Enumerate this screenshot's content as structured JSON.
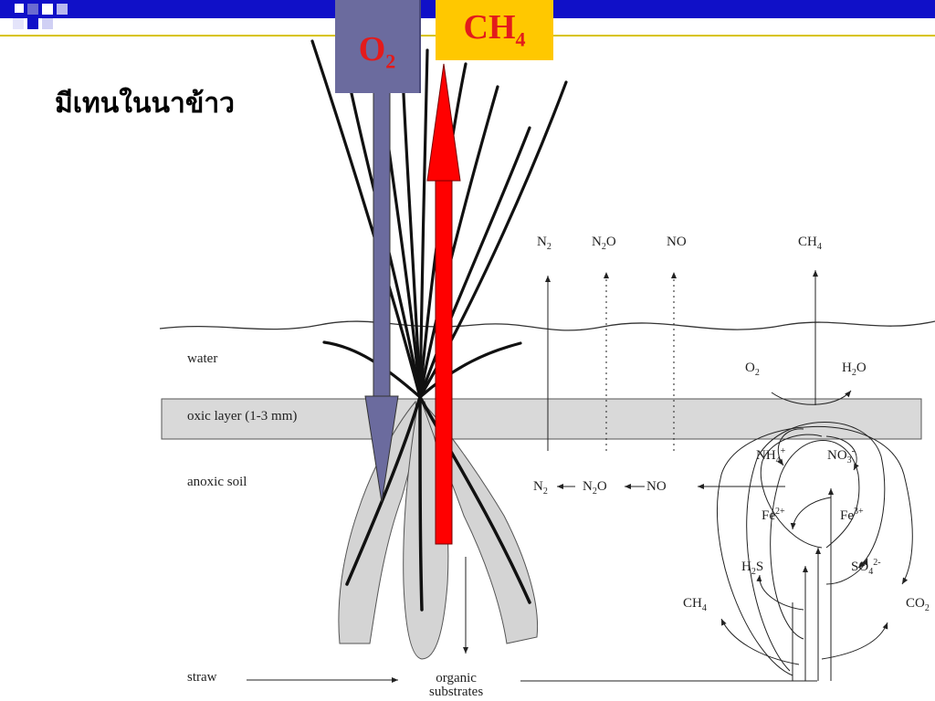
{
  "slide": {
    "title": "มีเทนในนาข้าว",
    "colors": {
      "bar_navy": "#1010c8",
      "o2_box": "#6b6b9e",
      "ch4_box": "#ffc800",
      "arrow_red": "#ff0000",
      "text_red": "#e31b1b"
    }
  },
  "callouts": {
    "o2": {
      "base": "O",
      "sub": "2"
    },
    "ch4": {
      "base": "CH",
      "sub": "4"
    }
  },
  "diagram": {
    "layers": {
      "water": "water",
      "oxic": "oxic layer (1-3 mm)",
      "anoxic": "anoxic soil",
      "straw": "straw"
    },
    "organic": {
      "line1": "organic",
      "line2": "substrates"
    },
    "top_gases": {
      "n2": {
        "base": "N",
        "sub": "2"
      },
      "n2o": {
        "a": "N",
        "sub": "2",
        "b": "O"
      },
      "no": "NO",
      "ch4": {
        "base": "CH",
        "sub": "4"
      }
    },
    "oxic_gases": {
      "o2": {
        "base": "O",
        "sub": "2"
      },
      "h2o": {
        "a": "H",
        "sub": "2",
        "b": "O"
      }
    },
    "chain": {
      "n2": {
        "base": "N",
        "sub": "2"
      },
      "n2o": {
        "a": "N",
        "sub": "2",
        "b": "O"
      },
      "no": "NO"
    },
    "cycle": {
      "nh4": {
        "base": "NH",
        "sub": "4",
        "sup": "+"
      },
      "no3": {
        "base": "NO",
        "sub": "3",
        "sup": "-"
      },
      "fe2": {
        "base": "Fe",
        "sup": "2+"
      },
      "fe3": {
        "base": "Fe",
        "sup": "3+"
      },
      "h2s": {
        "a": "H",
        "sub": "2",
        "b": "S"
      },
      "so4": {
        "base": "SO",
        "sub": "4",
        "sup": "2-"
      },
      "ch4": {
        "base": "CH",
        "sub": "4"
      },
      "co2": {
        "base": "CO",
        "sub": "2"
      }
    }
  }
}
